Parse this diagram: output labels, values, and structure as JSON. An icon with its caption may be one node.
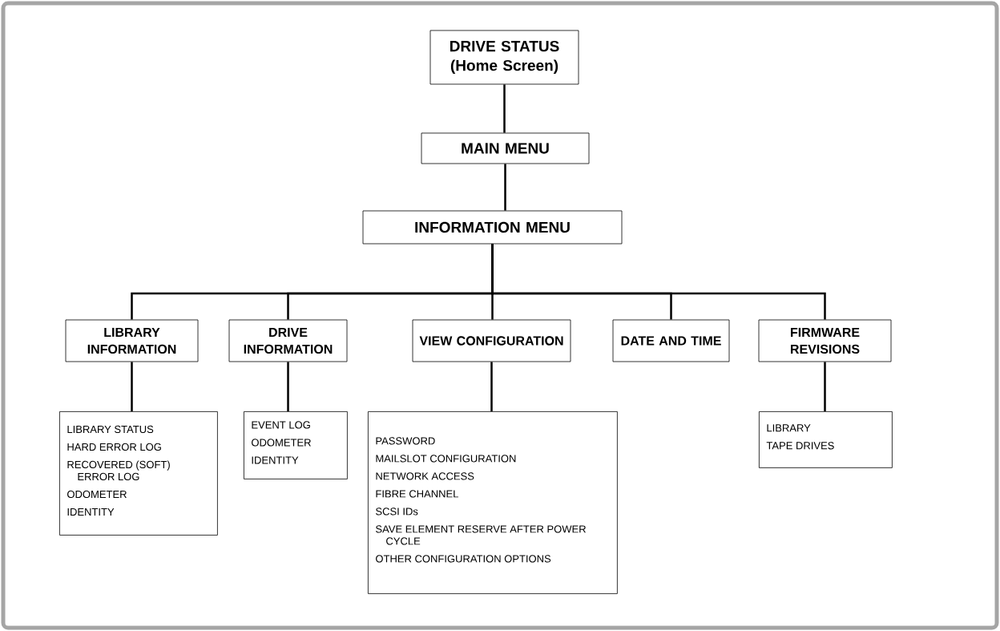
{
  "diagram": {
    "nodes": [
      {
        "text": [
          "DRIVE STATUS (Home Screen)"
        ]
      },
      {
        "text": [
          "MAIN MENU"
        ]
      },
      {
        "text": [
          "INFORMATION MENU"
        ]
      },
      {
        "text": [
          "LIBRARY INFORMATION"
        ]
      },
      {
        "text": [
          "DRIVE INFORMATION"
        ]
      },
      {
        "text": [
          "VIEW CONFIGURATION"
        ]
      },
      {
        "text": [
          "DATE AND TIME"
        ]
      },
      {
        "text": [
          "FIRMWARE REVISIONS"
        ]
      },
      {
        "text": [
          "LIBRARY STATUS",
          "HARD ERROR LOG",
          "RECOVERED (SOFT) ERROR LOG",
          "ODOMETER",
          "IDENTITY"
        ]
      },
      {
        "text": [
          "EVENT LOG",
          "ODOMETER",
          "IDENTITY"
        ]
      },
      {
        "text": [
          "PASSWORD",
          "MAILSLOT CONFIGURATION",
          "NETWORK ACCESS",
          "FIBRE CHANNEL",
          "SCSI IDs",
          "SAVE ELEMENT RESERVE AFTER POWER CYCLE",
          "OTHER CONFIGURATION OPTIONS"
        ]
      },
      {
        "text": [
          "LIBRARY",
          "TAPE DRIVES"
        ]
      }
    ],
    "edges": [
      {
        "from": 0,
        "to": 1,
        "arrow": "none"
      },
      {
        "from": 1,
        "to": 2,
        "arrow": "none"
      },
      {
        "from": 2,
        "to": 3,
        "arrow": "none"
      },
      {
        "from": 2,
        "to": 4,
        "arrow": "none"
      },
      {
        "from": 2,
        "to": 5,
        "arrow": "none"
      },
      {
        "from": 2,
        "to": 6,
        "arrow": "none"
      },
      {
        "from": 2,
        "to": 7,
        "arrow": "none"
      },
      {
        "from": 3,
        "to": 8,
        "arrow": "none"
      },
      {
        "from": 4,
        "to": 9,
        "arrow": "none"
      },
      {
        "from": 5,
        "to": 10,
        "arrow": "none"
      },
      {
        "from": 7,
        "to": 11,
        "arrow": "none"
      }
    ]
  }
}
